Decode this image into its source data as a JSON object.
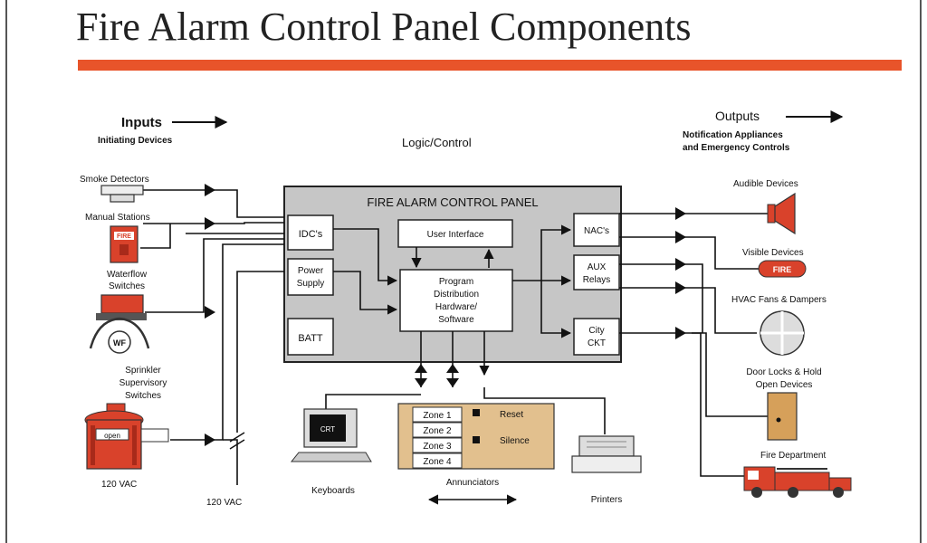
{
  "title": "Fire Alarm Control Panel Components",
  "colors": {
    "accent": "#e8542a",
    "device_red": "#d9422b",
    "panel_gray": "#c6c6c6",
    "annunciator_tan": "#e2c08e",
    "door_tan": "#d6a05a"
  },
  "inputs": {
    "heading": "Inputs",
    "subheading": "Initiating Devices"
  },
  "outputs": {
    "heading": "Outputs",
    "subheading_line1": "Notification Appliances",
    "subheading_line2": "and Emergency Controls"
  },
  "logic_label": "Logic/Control",
  "panel": {
    "title": "FIRE ALARM CONTROL PANEL",
    "idc": "IDC's",
    "power_line1": "Power",
    "power_line2": "Supply",
    "batt": "BATT",
    "user_interface": "User Interface",
    "program_line1": "Program",
    "program_line2": "Distribution",
    "program_line3": "Hardware/",
    "program_line4": "Software",
    "nac": "NAC's",
    "aux_line1": "AUX",
    "aux_line2": "Relays",
    "city_line1": "City",
    "city_line2": "CKT"
  },
  "input_devices": {
    "smoke": "Smoke Detectors",
    "manual": "Manual Stations",
    "fire_sign": "FIRE",
    "waterflow_line1": "Waterflow",
    "waterflow_line2": "Switches",
    "wf_badge": "WF",
    "sprinkler_line1": "Sprinkler",
    "sprinkler_line2": "Supervisory",
    "sprinkler_line3": "Switches",
    "open_tag": "open",
    "vac_left": "120 VAC",
    "vac_bottom": "120 VAC"
  },
  "output_devices": {
    "audible": "Audible Devices",
    "visible": "Visible Devices",
    "strobe_label": "FIRE",
    "hvac": "HVAC Fans & Dampers",
    "door_line1": "Door Locks & Hold",
    "door_line2": "Open Devices",
    "fire_dept": "Fire Department"
  },
  "peripherals": {
    "crt": "CRT",
    "keyboards": "Keyboards",
    "zones": [
      "Zone 1",
      "Zone 2",
      "Zone 3",
      "Zone 4"
    ],
    "reset": "Reset",
    "silence": "Silence",
    "annunciators": "Annunciators",
    "printers": "Printers"
  }
}
